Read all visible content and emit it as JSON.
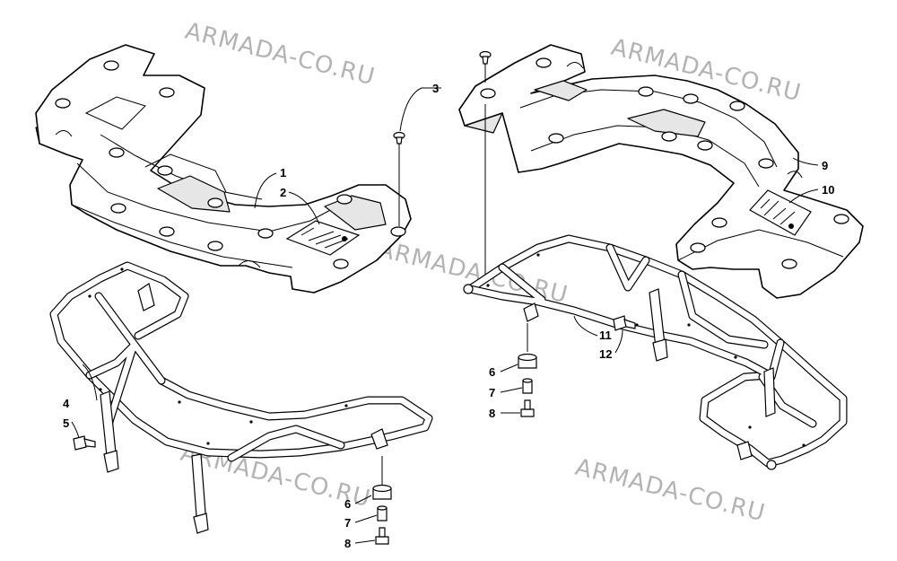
{
  "watermark": "ARMADA-CO.RU",
  "callouts": {
    "c1": "1",
    "c2": "2",
    "c3": "3",
    "c4": "4",
    "c5": "5",
    "c6a": "6",
    "c7a": "7",
    "c8a": "8",
    "c6b": "6",
    "c7b": "7",
    "c8b": "8",
    "c9": "9",
    "c10": "10",
    "c11": "11",
    "c12": "12"
  },
  "colors": {
    "watermark": "#b3b3b3",
    "line": "#000000",
    "background": "#ffffff"
  }
}
